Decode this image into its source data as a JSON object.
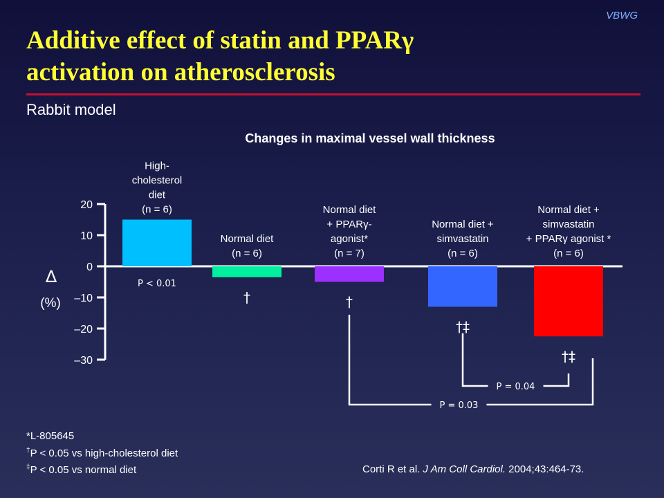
{
  "brand": "VBWG",
  "title_line1": "Additive effect of statin and PPARγ",
  "title_line2": "activation on atherosclerosis",
  "subtitle": "Rabbit model",
  "chart_data": {
    "type": "bar",
    "title": "Changes in maximal vessel wall thickness",
    "ylabel_symbol": "∆",
    "ylabel_unit": "(%)",
    "ylim": [
      -30,
      20
    ],
    "yticks": [
      20,
      10,
      0,
      -10,
      -20,
      -30
    ],
    "ytick_labels": [
      "20",
      "10",
      "0",
      "–10",
      "–20",
      "–30"
    ],
    "categories": [
      [
        "High-",
        "cholesterol",
        "diet",
        "(n = 6)"
      ],
      [
        "Normal diet",
        "(n = 6)"
      ],
      [
        "Normal diet",
        "+ PPARγ-",
        "agonist*",
        "(n = 7)"
      ],
      [
        "Normal diet +",
        "simvastatin",
        "(n = 6)"
      ],
      [
        "Normal diet +",
        "simvastatin",
        "+ PPARγ agonist *",
        "(n = 6)"
      ]
    ],
    "values": [
      15,
      -3.5,
      -5,
      -13,
      -22.5
    ],
    "colors": [
      "#00bfff",
      "#00f0a0",
      "#9b30ff",
      "#3366ff",
      "#ff0000"
    ],
    "markers": [
      "",
      "†",
      "†",
      "†‡",
      "†‡"
    ],
    "bar_note": "P < 0.01",
    "comparisons": [
      {
        "from": 3,
        "to": 4,
        "label": "P = 0.04"
      },
      {
        "from": 2,
        "to": 4,
        "label": "P = 0.03"
      }
    ]
  },
  "footnotes": {
    "f1": "*L-805645",
    "f2_sup": "†",
    "f2_text": "P < 0.05 vs high-cholesterol diet",
    "f3_sup": "‡",
    "f3_text": "P < 0.05 vs normal diet"
  },
  "citation": {
    "pre": "Corti R et al. ",
    "journal": "J Am Coll Cardiol.",
    "post": " 2004;43:464-73."
  }
}
